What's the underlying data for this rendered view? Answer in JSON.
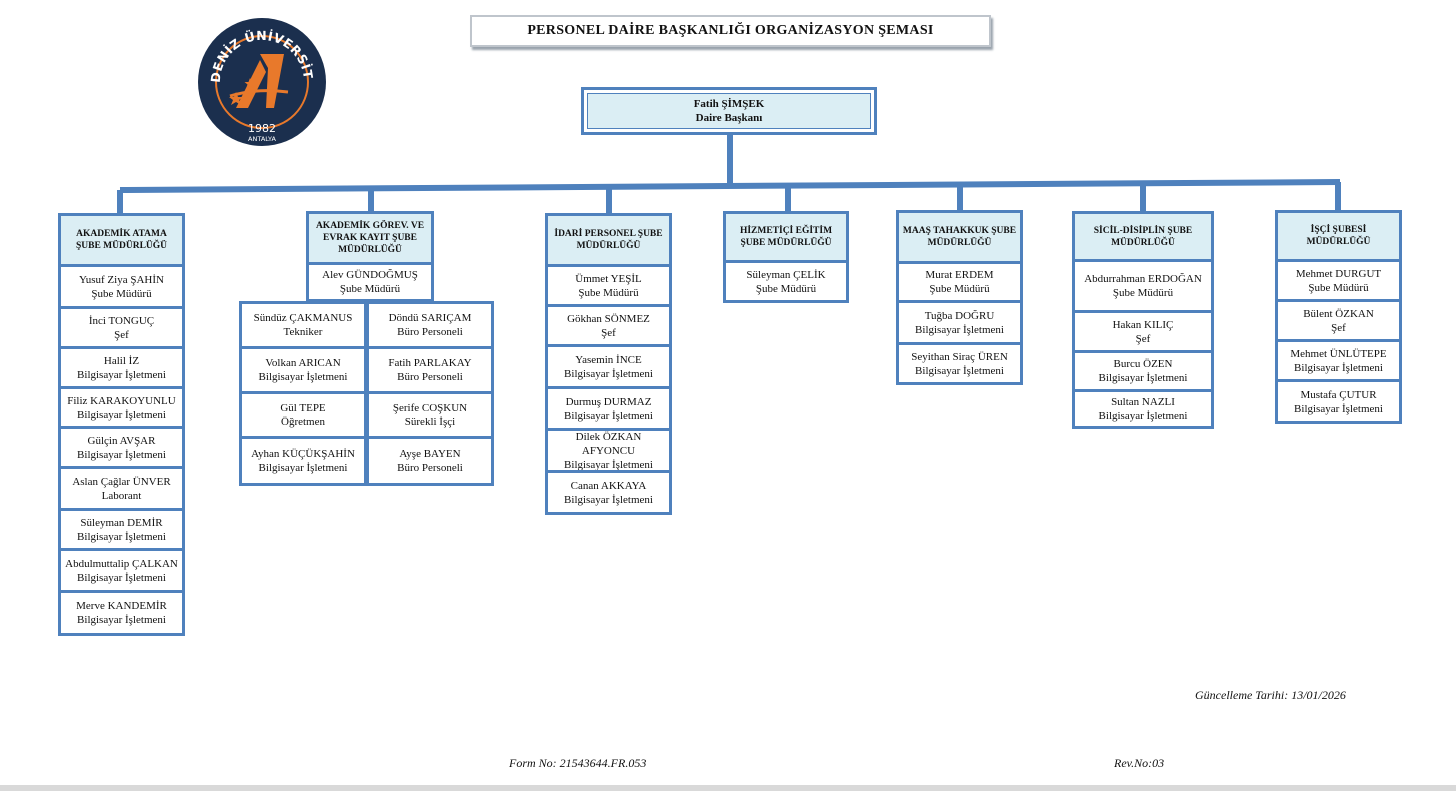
{
  "title": "PERSONEL DAİRE BAŞKANLIĞI ORGANİZASYON ŞEMASI",
  "logo": {
    "name": "AKDENİZ ÜNİVERSİTESİ",
    "year": "1982",
    "city": "ANTALYA"
  },
  "root": {
    "name": "Fatih ŞİMŞEK",
    "role": "Daire Başkanı"
  },
  "departments": [
    {
      "name": "AKADEMİK ATAMA ŞUBE MÜDÜRLÜĞÜ",
      "staff": [
        {
          "name": "Yusuf Ziya ŞAHİN",
          "role": "Şube Müdürü"
        },
        {
          "name": "İnci TONGUÇ",
          "role": "Şef"
        },
        {
          "name": "Halil İZ",
          "role": "Bilgisayar İşletmeni"
        },
        {
          "name": "Filiz  KARAKOYUNLU",
          "role": "Bilgisayar İşletmeni"
        },
        {
          "name": "Gülçin AVŞAR",
          "role": "Bilgisayar İşletmeni"
        },
        {
          "name": "Aslan Çağlar ÜNVER",
          "role": "Laborant"
        },
        {
          "name": "Süleyman DEMİR",
          "role": "Bilgisayar İşletmeni"
        },
        {
          "name": "Abdulmuttalip ÇALKAN",
          "role": "Bilgisayar İşletmeni"
        },
        {
          "name": "Merve KANDEMİR",
          "role": "Bilgisayar İşletmeni"
        }
      ]
    },
    {
      "name": "AKADEMİK GÖREV. VE EVRAK KAYIT ŞUBE MÜDÜRLÜĞÜ",
      "staff": [
        {
          "name": "Alev GÜNDOĞMUŞ",
          "role": "Şube Müdürü"
        }
      ],
      "left_col": [
        {
          "name": "Sündüz ÇAKMANUS",
          "role": "Tekniker"
        },
        {
          "name": "Volkan  ARICAN",
          "role": "Bilgisayar İşletmeni"
        },
        {
          "name": "Gül TEPE",
          "role": "Öğretmen"
        },
        {
          "name": "Ayhan KÜÇÜKŞAHİN",
          "role": "Bilgisayar İşletmeni"
        }
      ],
      "right_col": [
        {
          "name": "Döndü  SARIÇAM",
          "role": "Büro Personeli"
        },
        {
          "name": "Fatih PARLAKAY",
          "role": "Büro Personeli"
        },
        {
          "name": "Şerife COŞKUN",
          "role": "Sürekli İşçi"
        },
        {
          "name": "Ayşe BAYEN",
          "role": "Büro Personeli"
        }
      ]
    },
    {
      "name": "İDARİ PERSONEL ŞUBE MÜDÜRLÜĞÜ",
      "staff": [
        {
          "name": "Ümmet YEŞİL",
          "role": "Şube Müdürü"
        },
        {
          "name": "Gökhan SÖNMEZ",
          "role": "Şef"
        },
        {
          "name": "Yasemin İNCE",
          "role": "Bilgisayar İşletmeni"
        },
        {
          "name": "Durmuş DURMAZ",
          "role": "Bilgisayar İşletmeni"
        },
        {
          "name": "Dilek ÖZKAN AFYONCU",
          "role": "Bilgisayar İşletmeni"
        },
        {
          "name": "Canan AKKAYA",
          "role": "Bilgisayar İşletmeni"
        }
      ]
    },
    {
      "name": "HİZMETİÇİ EĞİTİM ŞUBE MÜDÜRLÜĞÜ",
      "staff": [
        {
          "name": "Süleyman ÇELİK",
          "role": "Şube Müdürü"
        }
      ]
    },
    {
      "name": "MAAŞ TAHAKKUK ŞUBE MÜDÜRLÜĞÜ",
      "staff": [
        {
          "name": "Murat ERDEM",
          "role": "Şube Müdürü"
        },
        {
          "name": "Tuğba DOĞRU",
          "role": "Bilgisayar İşletmeni"
        },
        {
          "name": "Seyithan Siraç ÜREN",
          "role": "Bilgisayar İşletmeni"
        }
      ]
    },
    {
      "name": "SİCİL-DİSİPLİN  ŞUBE MÜDÜRLÜĞÜ",
      "staff": [
        {
          "name": "Abdurrahman ERDOĞAN",
          "role": "Şube Müdürü"
        },
        {
          "name": "Hakan KILIÇ",
          "role": "Şef"
        },
        {
          "name": "Burcu  ÖZEN",
          "role": "Bilgisayar İşletmeni"
        },
        {
          "name": "Sultan NAZLI",
          "role": "Bilgisayar İşletmeni"
        }
      ]
    },
    {
      "name": "İŞÇİ ŞUBESİ MÜDÜRLÜĞÜ",
      "staff": [
        {
          "name": "Mehmet DURGUT",
          "role": "Şube Müdürü"
        },
        {
          "name": "Bülent ÖZKAN",
          "role": "Şef"
        },
        {
          "name": "Mehmet ÜNLÜTEPE",
          "role": "Bilgisayar İşletmeni"
        },
        {
          "name": "Mustafa ÇUTUR",
          "role": "Bilgisayar İşletmeni"
        }
      ]
    }
  ],
  "footer": {
    "updated": "Güncelleme Tarihi: 13/01/2026",
    "form_no": "Form No: 21543644.FR.053",
    "rev_no": "Rev.No:03"
  },
  "colors": {
    "line": "#4f81bd",
    "header_fill": "#dbeef4",
    "logo_navy": "#1b2f4e",
    "logo_orange": "#e8792b"
  }
}
